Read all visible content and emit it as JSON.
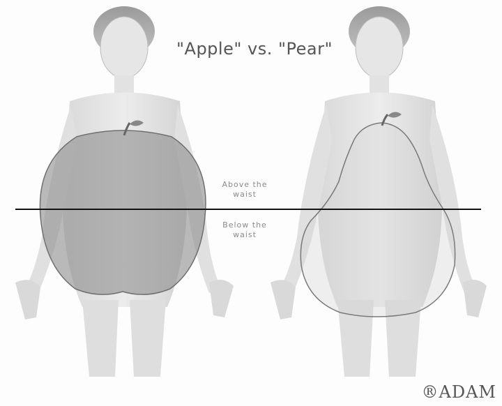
{
  "title": "\"Apple\" vs. \"Pear\"",
  "waist_line": {
    "above_label": "Above the waist",
    "below_label": "Below the waist"
  },
  "watermark": "®ADAM"
}
